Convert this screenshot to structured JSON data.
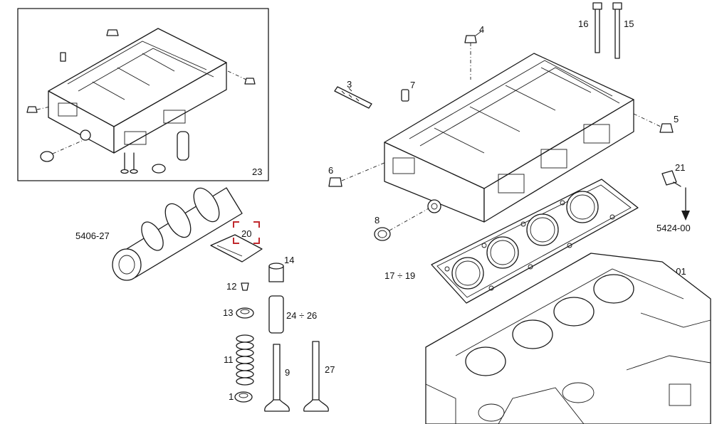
{
  "accent_color": "#c0282d",
  "labels": {
    "l1": "1",
    "l3": "3",
    "l4": "4",
    "l5": "5",
    "l6": "6",
    "l7": "7",
    "l8": "8",
    "l9": "9",
    "l11": "11",
    "l12": "12",
    "l13": "13",
    "l14": "14",
    "l15": "15",
    "l16": "16",
    "l17_19": "17 ÷ 19",
    "l20": "20",
    "l21": "21",
    "l23": "23",
    "l24_26": "24 ÷ 26",
    "l27": "27",
    "ref_camshaft": "5406-27",
    "ref_sensor": "5424-00",
    "ref_block": "5404-01"
  }
}
